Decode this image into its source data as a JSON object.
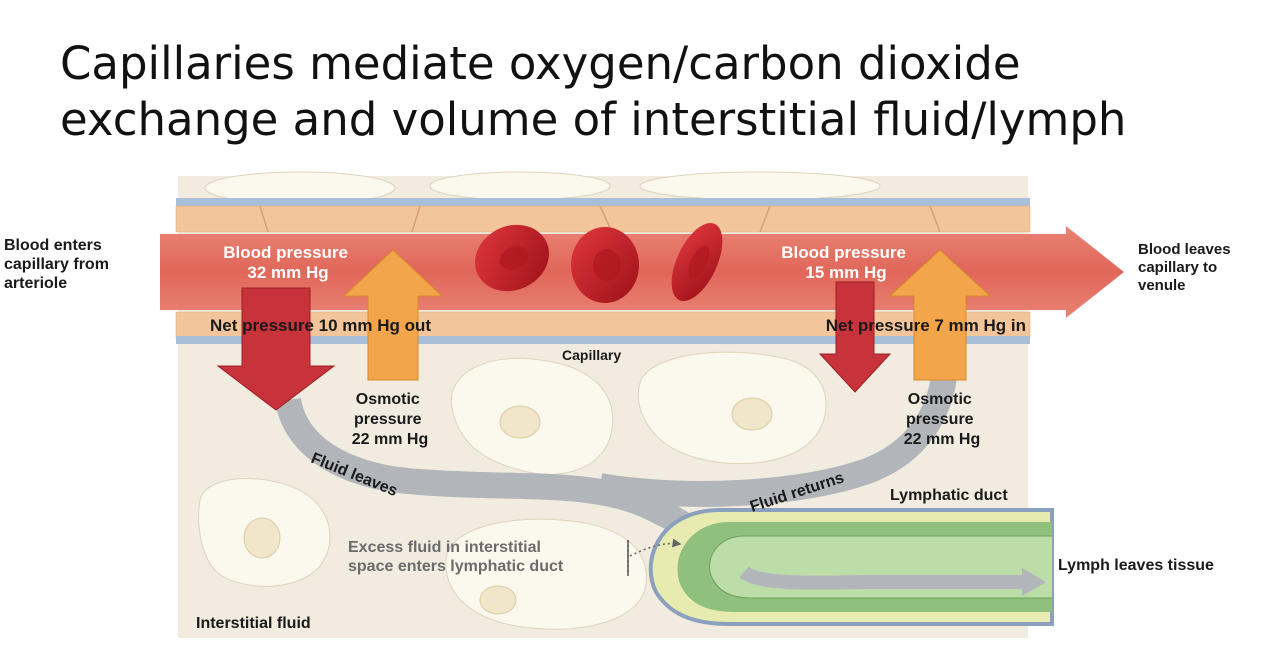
{
  "slide": {
    "title_line1": "Capillaries mediate oxygen/carbon dioxide",
    "title_line2": "exchange and volume of interstitial fluid/lymph"
  },
  "diagram": {
    "blood_enters": [
      "Blood enters",
      "capillary from",
      "arteriole"
    ],
    "blood_leaves": [
      "Blood leaves",
      "capillary to",
      "venule"
    ],
    "bp_left": [
      "Blood pressure",
      "32 mm Hg"
    ],
    "bp_right": [
      "Blood pressure",
      "15 mm Hg"
    ],
    "net_left": "Net pressure 10 mm Hg out",
    "net_right": "Net pressure 7 mm Hg in",
    "capillary": "Capillary",
    "osmotic_left": [
      "Osmotic",
      "pressure",
      "22 mm Hg"
    ],
    "osmotic_right": [
      "Osmotic",
      "pressure",
      "22 mm Hg"
    ],
    "fluid_leaves": "Fluid leaves",
    "fluid_returns": "Fluid returns",
    "lymphatic_duct": "Lymphatic duct",
    "excess_fluid": [
      "Excess fluid in interstitial",
      "space enters lymphatic duct"
    ],
    "lymph_leaves": "Lymph leaves tissue",
    "interstitial_fluid": "Interstitial fluid"
  },
  "colors": {
    "blood_flow": "#e0675a",
    "vessel_wall": "#f3c59a",
    "vessel_edge": "#a7bfd8",
    "red_arrow": "#c8323a",
    "orange_arrow": "#f2a54a",
    "gray_arrow": "#b2b6bb",
    "tissue": "#f1ecdf",
    "cell": "#fbf8ee",
    "lymph_fill": "#8fc07e",
    "lymph_wall": "#e8ebb0"
  }
}
